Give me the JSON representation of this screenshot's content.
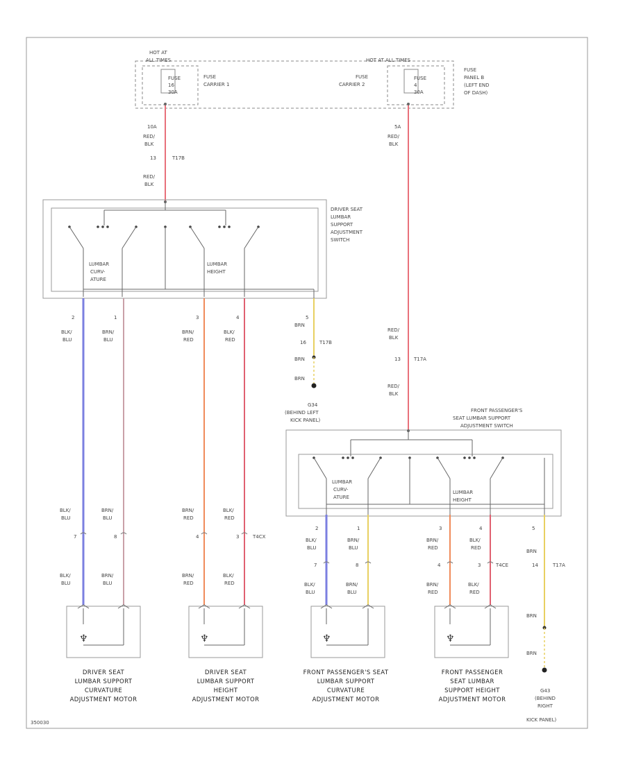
{
  "fuse_box": {
    "hot_left": [
      "HOT AT",
      "ALL TIMES"
    ],
    "hot_right": "HOT AT ALL TIMES",
    "fuse_left": [
      "FUSE",
      "16",
      "30A"
    ],
    "carrier_left": [
      "FUSE",
      "CARRIER 1"
    ],
    "carrier_right": [
      "FUSE",
      "CARRIER 2"
    ],
    "fuse_right": [
      "FUSE",
      "4",
      "30A"
    ],
    "panel_label": [
      "FUSE",
      "PANEL B",
      "(LEFT END",
      "OF DASH)"
    ]
  },
  "wires": {
    "left_feed": {
      "gauge": "10A",
      "color_top": [
        "RED/",
        "BLK"
      ],
      "connector": "13",
      "conn_code": "T17B",
      "color_bottom": [
        "RED/",
        "BLK"
      ]
    },
    "right_feed": {
      "gauge": "5A",
      "color_top": [
        "RED/",
        "BLK"
      ],
      "color_mid": [
        "RED/",
        "BLK"
      ],
      "connector": "13",
      "conn_code": "T17A",
      "color_bottom": [
        "RED/",
        "BLK"
      ]
    }
  },
  "driver_switch": {
    "title": [
      "DRIVER SEAT",
      "LUMBAR",
      "SUPPORT",
      "ADJUSTMENT",
      "SWITCH"
    ],
    "section_left": [
      "LUMBAR",
      "CURV-",
      "ATURE"
    ],
    "section_right": [
      "LUMBAR",
      "HEIGHT"
    ],
    "pins": [
      {
        "num": "2",
        "color": [
          "BLK/",
          "BLU"
        ]
      },
      {
        "num": "1",
        "color": [
          "BRN/",
          "BLU"
        ]
      },
      {
        "num": "3",
        "color": [
          "BRN/",
          "RED"
        ]
      },
      {
        "num": "4",
        "color": [
          "BLK/",
          "RED"
        ]
      },
      {
        "num": "5",
        "color": [
          "BRN"
        ]
      }
    ],
    "ground_conn": "16",
    "ground_code": "T17B",
    "ground_wire": "BRN",
    "ground_wire2": "BRN",
    "ground_label": [
      "G34",
      "(BEHIND LEFT",
      "KICK PANEL)"
    ]
  },
  "passenger_switch": {
    "title": [
      "FRONT PASSENGER'S",
      "SEAT LUMBAR SUPPORT",
      "ADJUSTMENT SWITCH"
    ],
    "section_left": [
      "LUMBAR",
      "CURV-",
      "ATURE"
    ],
    "section_right": [
      "LUMBAR",
      "HEIGHT"
    ],
    "pins": [
      {
        "num": "2",
        "color": [
          "BLK/",
          "BLU"
        ]
      },
      {
        "num": "1",
        "color": [
          "BRN/",
          "BLU"
        ]
      },
      {
        "num": "3",
        "color": [
          "BRN/",
          "RED"
        ]
      },
      {
        "num": "4",
        "color": [
          "BLK/",
          "RED"
        ]
      },
      {
        "num": "5",
        "color": [
          "BRN"
        ]
      }
    ],
    "ground_conn": "14",
    "ground_code": "T17A",
    "ground_wire": "BRN",
    "ground_wire2": "BRN",
    "ground_label": [
      "G43",
      "(BEHIND",
      "RIGHT",
      "KICK PANEL)"
    ]
  },
  "driver_connectors": {
    "left": [
      {
        "color": [
          "BLK/",
          "BLU"
        ],
        "pin": "7",
        "bottom": [
          "BLK/",
          "BLU"
        ]
      },
      {
        "color": [
          "BRN/",
          "BLU"
        ],
        "pin": "8",
        "bottom": [
          "BRN/",
          "BLU"
        ]
      }
    ],
    "right": [
      {
        "color": [
          "BRN/",
          "RED"
        ],
        "pin": "4",
        "bottom": [
          "BRN/",
          "RED"
        ]
      },
      {
        "color": [
          "BLK/",
          "RED"
        ],
        "pin": "3",
        "code": "T4CX",
        "bottom": [
          "BLK/",
          "RED"
        ]
      }
    ]
  },
  "passenger_connectors": {
    "left": [
      {
        "pin": "7",
        "bottom": [
          "BLK/",
          "BLU"
        ]
      },
      {
        "pin": "8",
        "bottom": [
          "BRN/",
          "BLU"
        ]
      }
    ],
    "right": [
      {
        "pin": "4",
        "bottom": [
          "BRN/",
          "RED"
        ]
      },
      {
        "pin": "3",
        "code": "T4CE",
        "bottom": [
          "BLK/",
          "RED"
        ]
      }
    ]
  },
  "motors": [
    [
      "DRIVER SEAT",
      "LUMBAR SUPPORT",
      "CURVATURE",
      "ADJUSTMENT MOTOR"
    ],
    [
      "DRIVER SEAT",
      "LUMBAR SUPPORT",
      "HEIGHT",
      "ADJUSTMENT MOTOR"
    ],
    [
      "FRONT PASSENGER'S SEAT",
      "LUMBAR SUPPORT",
      "CURVATURE",
      "ADJUSTMENT MOTOR"
    ],
    [
      "FRONT PASSENGER",
      "SEAT LUMBAR",
      "SUPPORT HEIGHT",
      "ADJUSTMENT MOTOR"
    ]
  ],
  "footer_id": "350030",
  "colors": {
    "red_wire": "#e8707a",
    "blue_wire": "#7b7fe0",
    "brn_blu_wire": "#c9a0a8",
    "brn_red_wire": "#f08a5a",
    "blk_red_wire": "#e06070",
    "brn_wire": "#e8d060"
  }
}
